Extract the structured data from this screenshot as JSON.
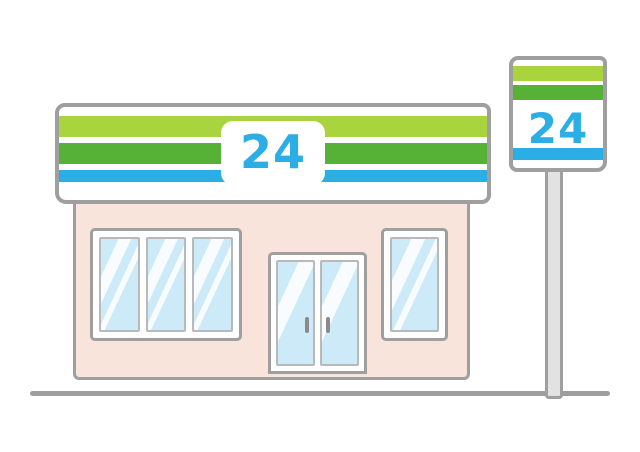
{
  "scene": {
    "title": "24-hour convenience store illustration",
    "background_color": "#ffffff"
  },
  "palette": {
    "stripe_light_green": "#aad43e",
    "stripe_green": "#55b236",
    "stripe_blue": "#2aaee5",
    "number_blue": "#2aaee5",
    "facade_pink": "#f8e4da",
    "glass_blue": "#cdeaf8",
    "frame_white": "#ffffff",
    "outline_gray": "#9f9f9f",
    "pole_gray": "#e2e2e2",
    "handle_gray": "#8a8a8a"
  },
  "awning_sign": {
    "hours_label": "24",
    "stripes": [
      "light-green",
      "green",
      "blue"
    ]
  },
  "pole_sign": {
    "hours_label": "24",
    "stripes": [
      "light-green",
      "green",
      "blue"
    ]
  }
}
